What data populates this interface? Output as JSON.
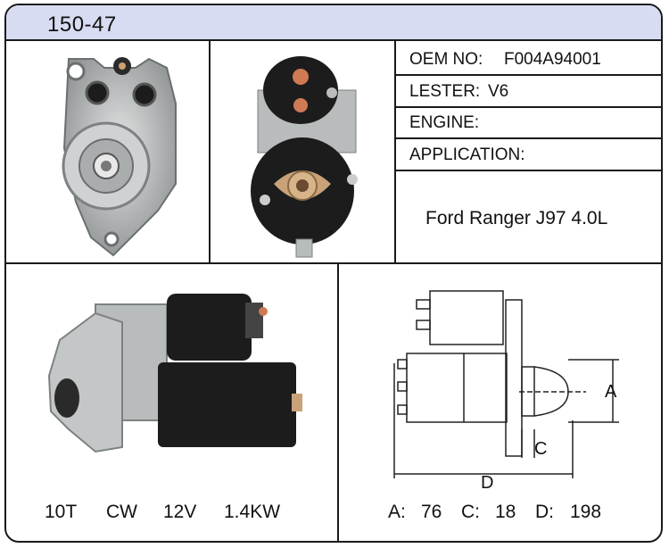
{
  "header": {
    "part_number": "150-47"
  },
  "specs": [
    {
      "label": "OEM NO:",
      "value": "F004A94001"
    },
    {
      "label": "LESTER:",
      "value": "V6"
    },
    {
      "label": "ENGINE:",
      "value": ""
    },
    {
      "label": "APPLICATION:",
      "value": ""
    }
  ],
  "application_text": "Ford Ranger J97 4.0L",
  "ratings": {
    "teeth": "10T",
    "rotation": "CW",
    "voltage": "12V",
    "power": "1.4KW"
  },
  "dimensions": {
    "a_label": "A:",
    "a_value": "76",
    "c_label": "C:",
    "c_value": "18",
    "d_label": "D:",
    "d_value": "198",
    "diagram_a": "A",
    "diagram_c": "C",
    "diagram_d": "D"
  },
  "colors": {
    "header_bg": "#d8dcf2",
    "border": "#1a1a1a",
    "body_black": "#1c1c1c",
    "housing": "#b9bcbc"
  }
}
